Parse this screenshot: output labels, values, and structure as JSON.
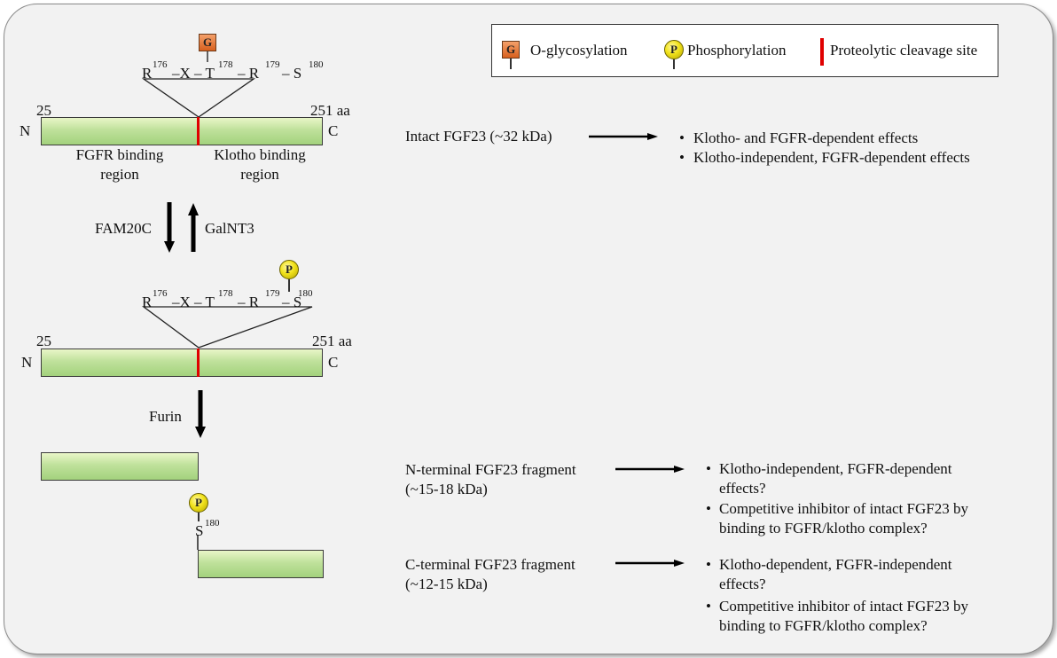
{
  "legend": {
    "g_symbol": "G",
    "p_symbol": "P",
    "glyco": "O-glycosylation",
    "phospho": "Phosphorylation",
    "cleavage": "Proteolytic cleavage site"
  },
  "seq": {
    "r": "R",
    "r_sup": "176",
    "dash_x": "–X – T",
    "t_sup": "178",
    "dash_r": "– R",
    "r2_sup": "179",
    "dash_s": "– S",
    "s_sup": "180"
  },
  "protein": {
    "start": "25",
    "end": "251 aa",
    "n": "N",
    "c": "C"
  },
  "regions": {
    "fgfr": "FGFR binding\nregion",
    "klotho": "Klotho binding\nregion"
  },
  "enzymes": {
    "fam20c": "FAM20C",
    "galnt3": "GalNT3",
    "furin": "Furin"
  },
  "frag_site": {
    "s": "S",
    "s_sup": "180"
  },
  "intact": {
    "label": "Intact FGF23 (~32 kDa)",
    "effects": [
      "Klotho- and FGFR-dependent effects",
      "Klotho-independent, FGFR-dependent effects"
    ]
  },
  "nterm": {
    "label": "N-terminal FGF23 fragment\n(~15-18 kDa)",
    "effects": [
      "Klotho-independent, FGFR-dependent\neffects?",
      "Competitive inhibitor of intact FGF23 by\nbinding to FGFR/klotho complex?"
    ]
  },
  "cterm": {
    "label": "C-terminal FGF23 fragment\n(~12-15 kDa)",
    "effects": [
      "Klotho-dependent, FGFR-independent\neffects?",
      "Competitive inhibitor of intact FGF23 by\nbinding to FGFR/klotho complex?"
    ]
  },
  "colors": {
    "bar": "#a3d27d",
    "cleavage": "#e00000",
    "glyco": "#d8601e",
    "phospho": "#f1e21a"
  },
  "bullet": "•"
}
